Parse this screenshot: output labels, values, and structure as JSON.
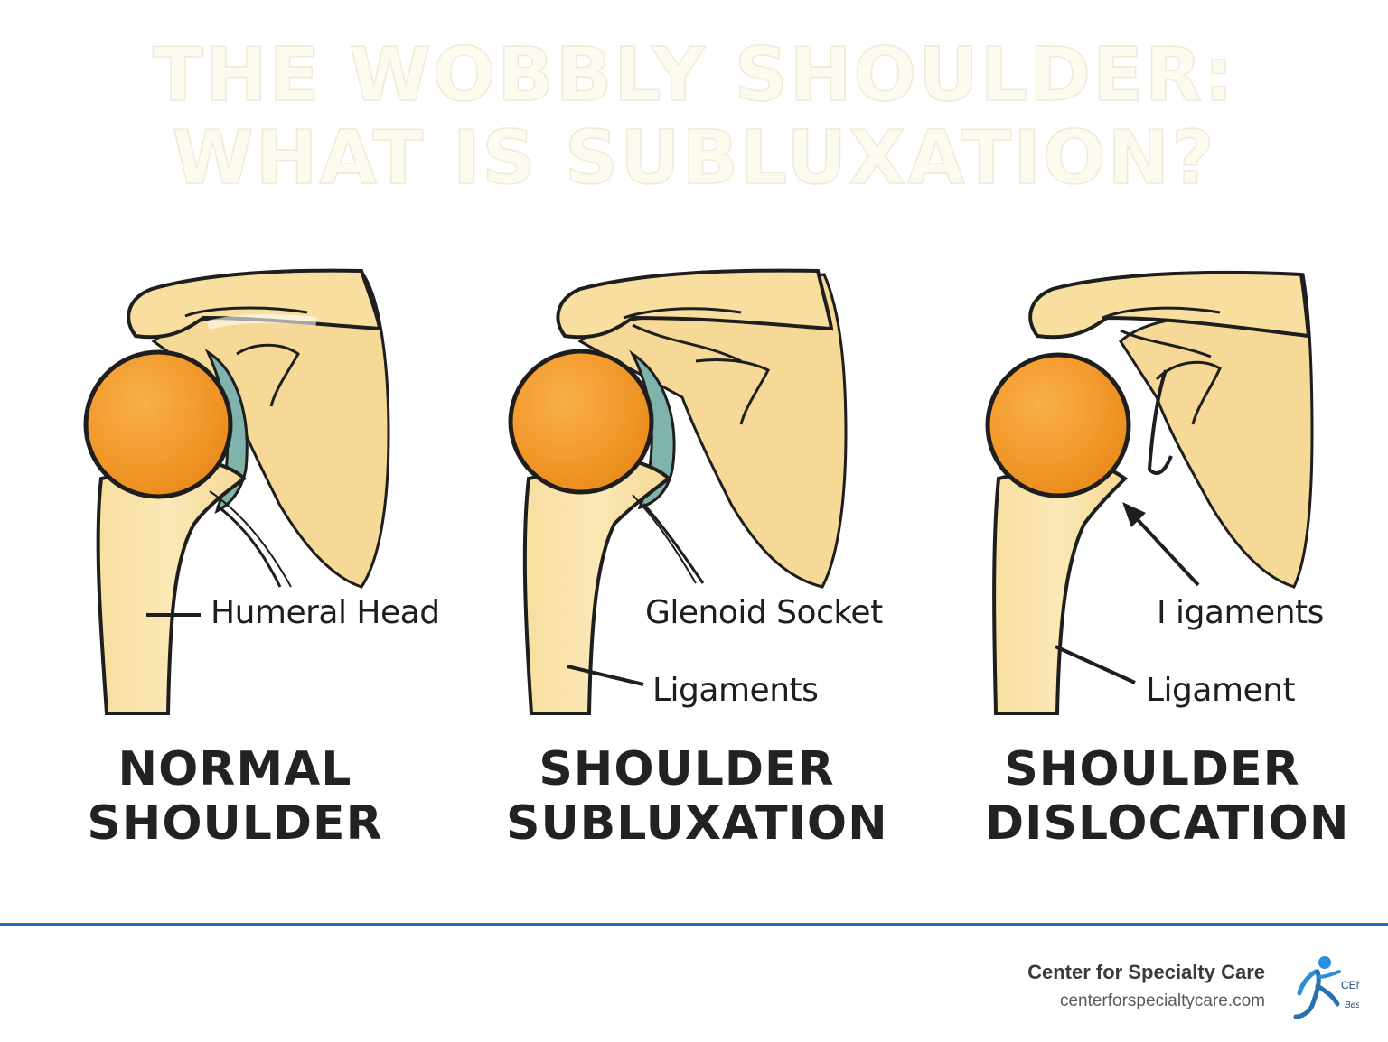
{
  "title": {
    "line1": "THE WOBBLY SHOULDER:",
    "line2": "WHAT IS SUBLUXATION?"
  },
  "panels": [
    {
      "caption_line1": "NORMAL",
      "caption_line2": "SHOULDER",
      "labels": [
        "Humeral Head"
      ]
    },
    {
      "caption_line1": "SHOULDER",
      "caption_line2": "SUBLUXATION",
      "labels": [
        "Glenoid Socket",
        "Ligaments"
      ]
    },
    {
      "caption_line1": "SHOULDER",
      "caption_line2": "DISLOCATION",
      "labels": [
        "I igaments",
        "Ligament"
      ]
    }
  ],
  "footer": {
    "brand_name": "Center for Specialty Care",
    "brand_url": "centerforspecialtycare.com",
    "logo_text": "CEN",
    "logo_tagline": "Best"
  },
  "colors": {
    "bone": "#f8dfa0",
    "humeral_head": "#f39a2c",
    "cartilage": "#7fb3ab",
    "outline": "#1e1e1e",
    "footer_rule": "#2a6fb0"
  },
  "icons": [
    "running-figure-logo-icon"
  ]
}
